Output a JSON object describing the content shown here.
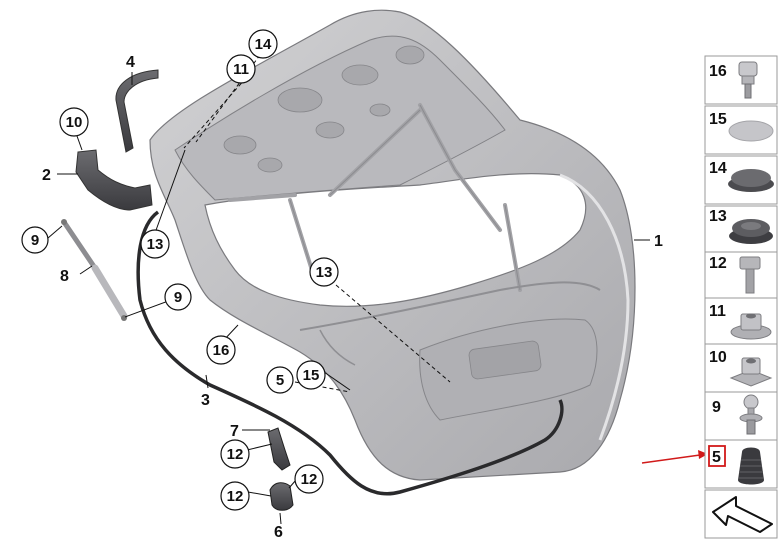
{
  "callouts": {
    "c1": "1",
    "c2": "2",
    "c3": "3",
    "c4": "4",
    "c5": "5",
    "c6": "6",
    "c7": "7",
    "c8": "8",
    "c9a": "9",
    "c9b": "9",
    "c10": "10",
    "c11": "11",
    "c12a": "12",
    "c12b": "12",
    "c12c": "12",
    "c13a": "13",
    "c13b": "13",
    "c14": "14",
    "c15": "15",
    "c16": "16"
  },
  "parts_panel": [
    {
      "number": "16",
      "icon": "bolt-stud-icon"
    },
    {
      "number": "15",
      "icon": "flat-disc-icon"
    },
    {
      "number": "14",
      "icon": "blind-plug-icon"
    },
    {
      "number": "13",
      "icon": "grommet-icon"
    },
    {
      "number": "12",
      "icon": "hex-bolt-icon"
    },
    {
      "number": "11",
      "icon": "flange-nut-icon"
    },
    {
      "number": "10",
      "icon": "cage-nut-icon"
    },
    {
      "number": "9",
      "icon": "ball-stud-icon"
    },
    {
      "number": "5",
      "icon": "rubber-buffer-icon"
    }
  ],
  "highlight": {
    "number": "5",
    "color": "#d11a1a"
  },
  "colors": {
    "body": "#c2c2c4",
    "body_dark": "#9c9ca0",
    "accent": "#d11a1a"
  }
}
